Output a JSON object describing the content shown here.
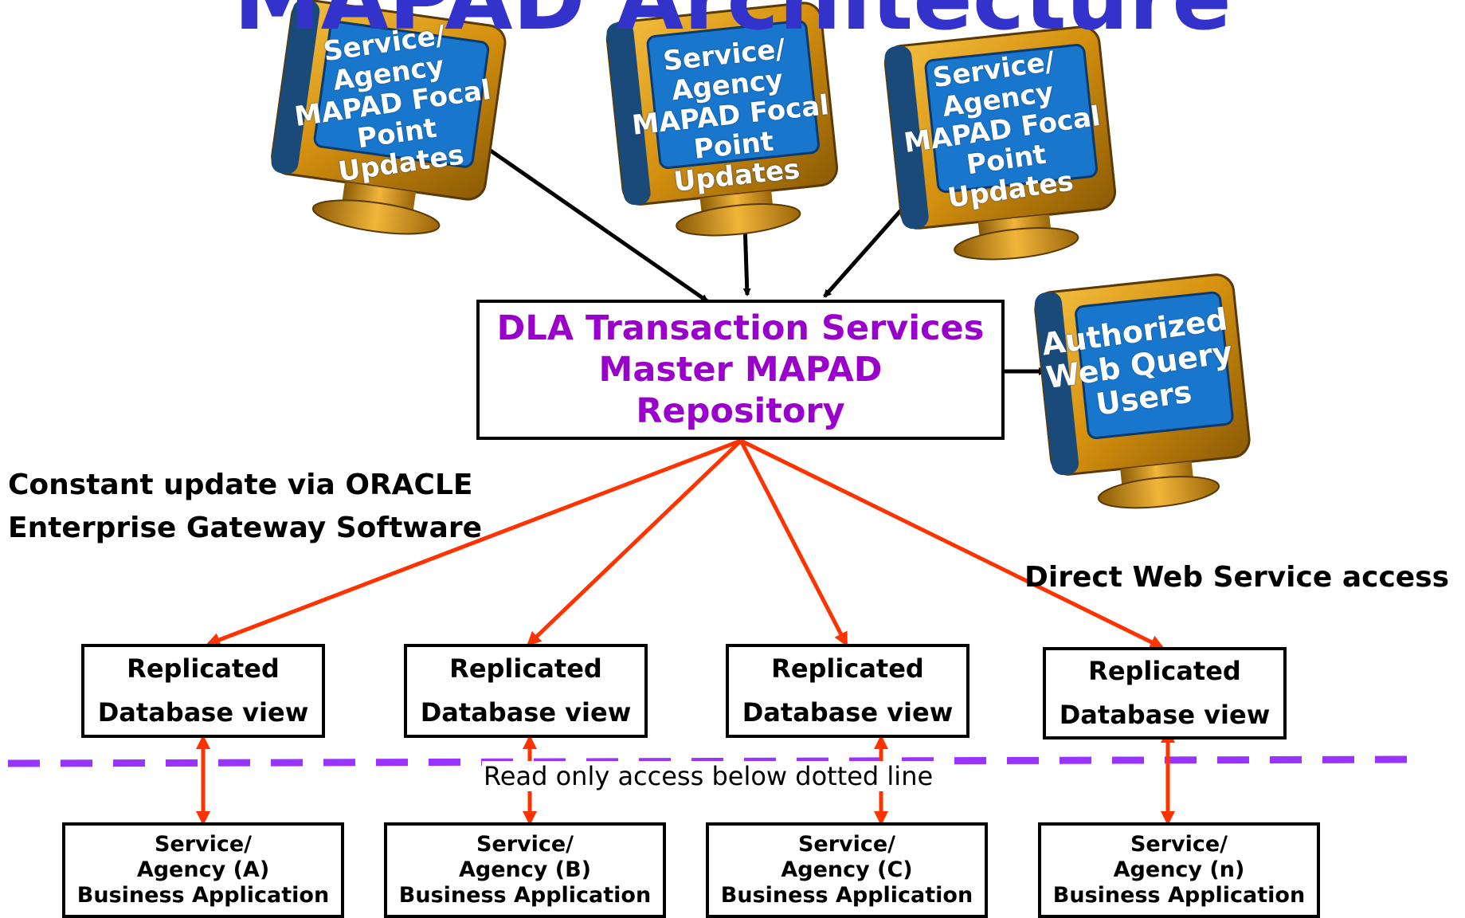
{
  "title": "MAPAD Architecture",
  "focal_point_monitors": [
    {
      "lines": [
        "Service/",
        "Agency",
        "MAPAD Focal",
        "Point",
        "Updates"
      ]
    },
    {
      "lines": [
        "Service/",
        "Agency",
        "MAPAD Focal",
        "Point",
        "Updates"
      ]
    },
    {
      "lines": [
        "Service/",
        "Agency",
        "MAPAD Focal",
        "Point",
        "Updates"
      ]
    }
  ],
  "query_monitor": {
    "lines": [
      "Authorized",
      "Web Query",
      "Users"
    ]
  },
  "master_box": {
    "lines": [
      "DLA  Transaction Services",
      "Master MAPAD",
      "Repository"
    ]
  },
  "notes": {
    "oracle_line1": "Constant update via ORACLE",
    "oracle_line2": "Enterprise Gateway Software",
    "direct_web": "Direct Web Service access",
    "read_only": "Read only access below dotted line"
  },
  "replicated_views": [
    {
      "line1": "Replicated",
      "line2": "Database view"
    },
    {
      "line1": "Replicated",
      "line2": "Database view"
    },
    {
      "line1": "Replicated",
      "line2": "Database view"
    },
    {
      "line1": "Replicated",
      "line2": "Database view"
    }
  ],
  "business_apps": [
    {
      "line1": "Service/",
      "line2": "Agency (A)",
      "line3": "Business Application"
    },
    {
      "line1": "Service/",
      "line2": "Agency (B)",
      "line3": "Business Application"
    },
    {
      "line1": "Service/",
      "line2": "Agency (C)",
      "line3": "Business Application"
    },
    {
      "line1": "Service/",
      "line2": "Agency (n)",
      "line3": "Business Application"
    }
  ],
  "colors": {
    "title": "#3333cc",
    "master_text": "#9900cc",
    "replication_arrow": "#ff3300",
    "dashed_line": "#9933ff",
    "monitor_frame": "#d4900e",
    "monitor_screen": "#1877cc"
  }
}
